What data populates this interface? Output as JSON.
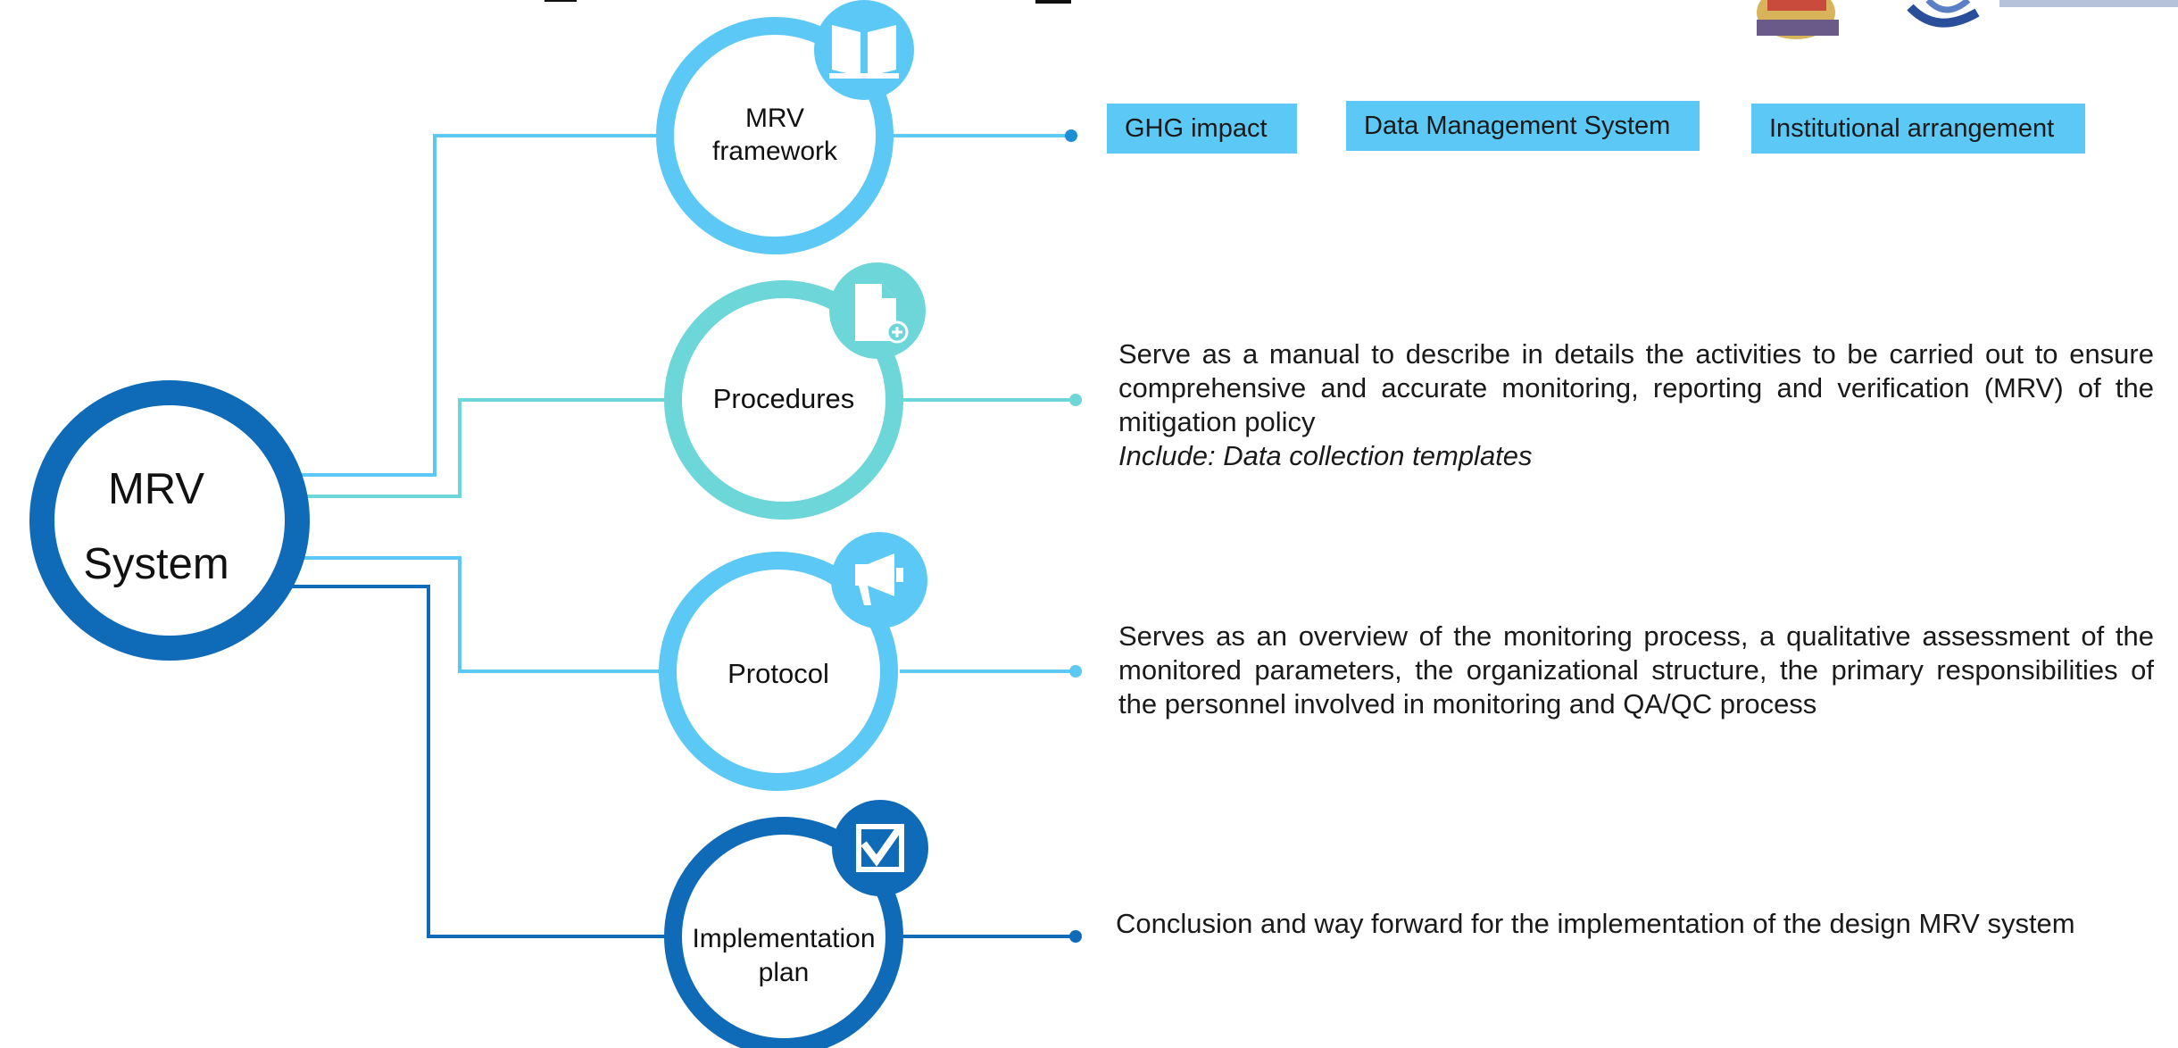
{
  "center": {
    "line1": "MRV",
    "line2": "System"
  },
  "nodes": [
    {
      "label_line1": "MRV",
      "label_line2": "framework",
      "icon": "book-icon",
      "color": "#5bc8f5"
    },
    {
      "label_line1": "Procedures",
      "label_line2": "",
      "icon": "document-plus-icon",
      "color": "#6dd6d9"
    },
    {
      "label_line1": "Protocol",
      "label_line2": "",
      "icon": "megaphone-icon",
      "color": "#5bc8f5"
    },
    {
      "label_line1": "Implementation",
      "label_line2": "plan",
      "icon": "checkbox-icon",
      "color": "#0f6bb8"
    }
  ],
  "framework_tags": [
    "GHG impact",
    "Data Management System",
    "Institutional arrangement"
  ],
  "procedures_desc": {
    "text": "Serve as a manual to describe in details the activities to be carried out to ensure comprehensive and accurate monitoring, reporting and verification (MRV) of the mitigation policy",
    "note": "Include: Data collection templates"
  },
  "protocol_desc": "Serves as an overview of the monitoring process, a qualitative assessment of the monitored parameters, the organizational structure, the primary responsibilities of the personnel involved in monitoring and QA/QC process",
  "plan_desc": "Conclusion and way forward for the implementation of the design MRV system"
}
